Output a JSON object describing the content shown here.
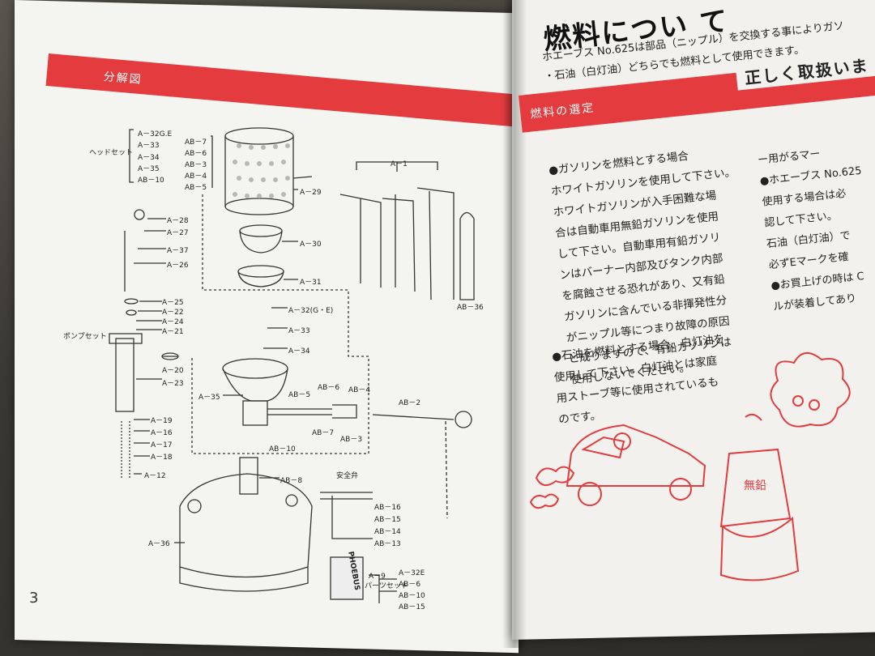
{
  "left_page": {
    "band_label": "分解図",
    "page_number": "3",
    "groups": {
      "head_set": "ヘッドセット",
      "pump_set": "ポンプセット",
      "safety_valve": "安全弁",
      "parts_set": "パーツセット",
      "logo_text": "PHOEBUS"
    },
    "parts": {
      "a32ge": "A－32G.E",
      "a33": "A－33",
      "a34": "A－34",
      "a35": "A－35",
      "ab10a": "AB－10",
      "ab7": "AB－7",
      "ab6": "AB－6",
      "ab3": "AB－3",
      "ab4": "AB－4",
      "ab5": "AB－5",
      "a29": "A－29",
      "a30": "A－30",
      "a31": "A－31",
      "a1": "A－1",
      "ab36": "AB－36",
      "a28": "A－28",
      "a27": "A－27",
      "a37": "A－37",
      "a26": "A－26",
      "a25": "A－25",
      "a22": "A－22",
      "a24": "A－24",
      "a21": "A－21",
      "a20": "A－20",
      "a23": "A－23",
      "a19": "A－19",
      "a16": "A－16",
      "a17": "A－17",
      "a18": "A－18",
      "a12": "A－12",
      "a32g_e": "A－32(G・E)",
      "a33b": "A－33",
      "a34b": "A－34",
      "a35b": "A－35",
      "ab6b": "AB－6",
      "ab4b": "AB－4",
      "ab5b": "AB－5",
      "ab2": "AB－2",
      "ab7b": "AB－7",
      "ab3b": "AB－3",
      "ab10b": "AB－10",
      "ab8": "AB－8",
      "ab16": "AB－16",
      "ab15": "AB－15",
      "ab14": "AB－14",
      "ab13": "AB－13",
      "a36": "A－36",
      "a9": "A－9",
      "a32e": "A－32E",
      "ab6c": "AB－6",
      "ab10c": "AB－10",
      "ab15b": "AB－15"
    }
  },
  "right_page": {
    "title": "燃料につい て",
    "intro_line1": "ホエーブス No.625は部品（ニップル）を交換する事によりガソ",
    "intro_line2": "・石油（白灯油）どちらでも燃料として使用できます。",
    "band_sub": "燃料の選定",
    "band_right_heading": "正しく取扱いま",
    "gasoline_para": "●ガソリンを燃料とする場合\nホワイトガソリンを使用して下さい。\nホワイトガソリンが入手困難な場\n合は自動車用無鉛ガソリンを使用\nして下さい。自動車用有鉛ガソリ\nンはバーナー内部及びタンク内部\nを腐蝕させる恐れがあり、又有鉛\nガソリンに含んでいる非揮発性分\nがニップル等につまり故障の原因\nと成りますので、有鉛ガソリンは\n使用しないでください。",
    "kerosene_para": "●石油を燃料とする場合、白灯油を\n使用して下さい。白灯油とは家庭\n用ストーブ等に使用されているも\nのです。",
    "side_para": "ー用がるマー\n●ホエーブス No.625\n使用する場合は必\n認して下さい。\n石油（白灯油）で\n必ずEマークを確\n●お買上げの時は C\nルが装着してあり",
    "illustration_text": "無鉛"
  },
  "colors": {
    "accent_red": "#e33b3e",
    "paper": "#f4f4f1"
  }
}
